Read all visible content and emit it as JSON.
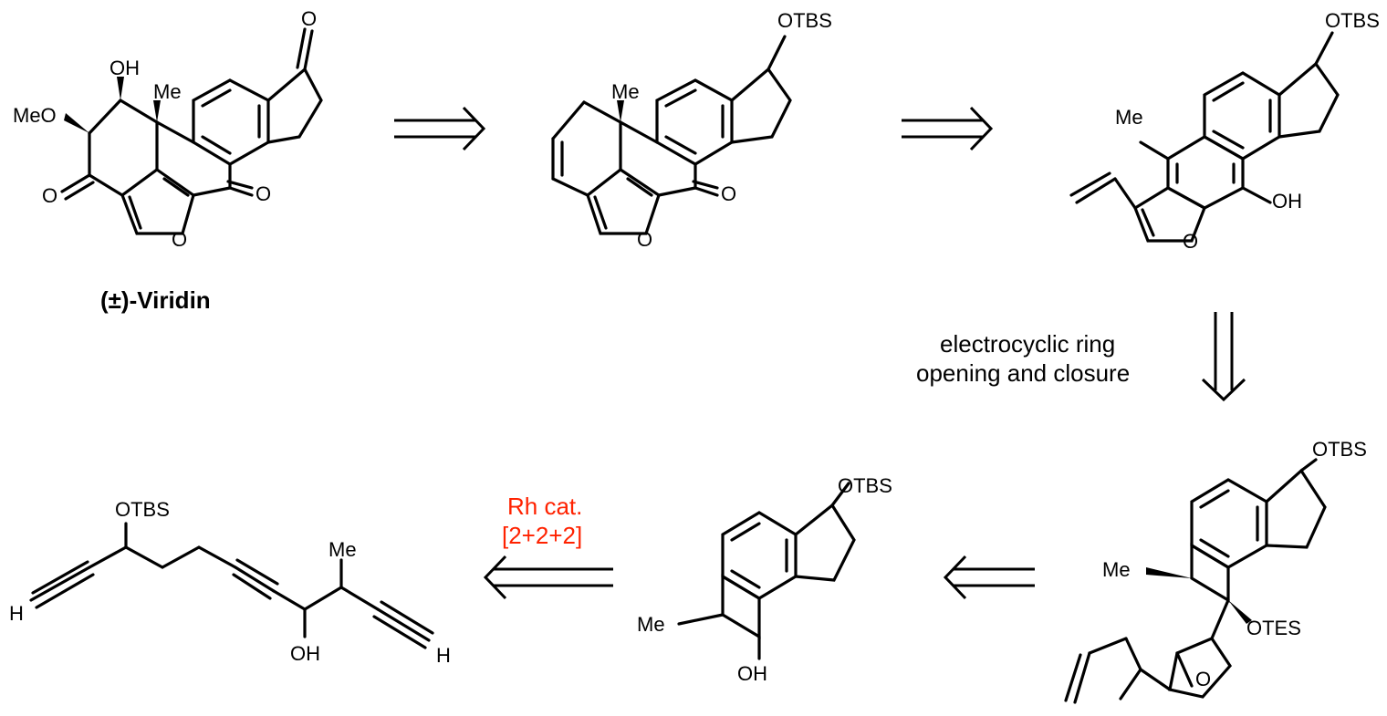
{
  "compound_name": "(±)-Viridin",
  "atoms": {
    "OH": "OH",
    "Me": "Me",
    "MeO": "MeO",
    "O": "O",
    "OTBS": "OTBS",
    "OTES": "OTES",
    "H": "H"
  },
  "conditions": {
    "electrocyclic_line1": "electrocyclic ring",
    "electrocyclic_line2": "opening and closure",
    "rh_line1": "Rh cat.",
    "rh_line2": "[2+2+2]"
  },
  "colors": {
    "ink": "#000000",
    "highlight": "#ff2200"
  }
}
